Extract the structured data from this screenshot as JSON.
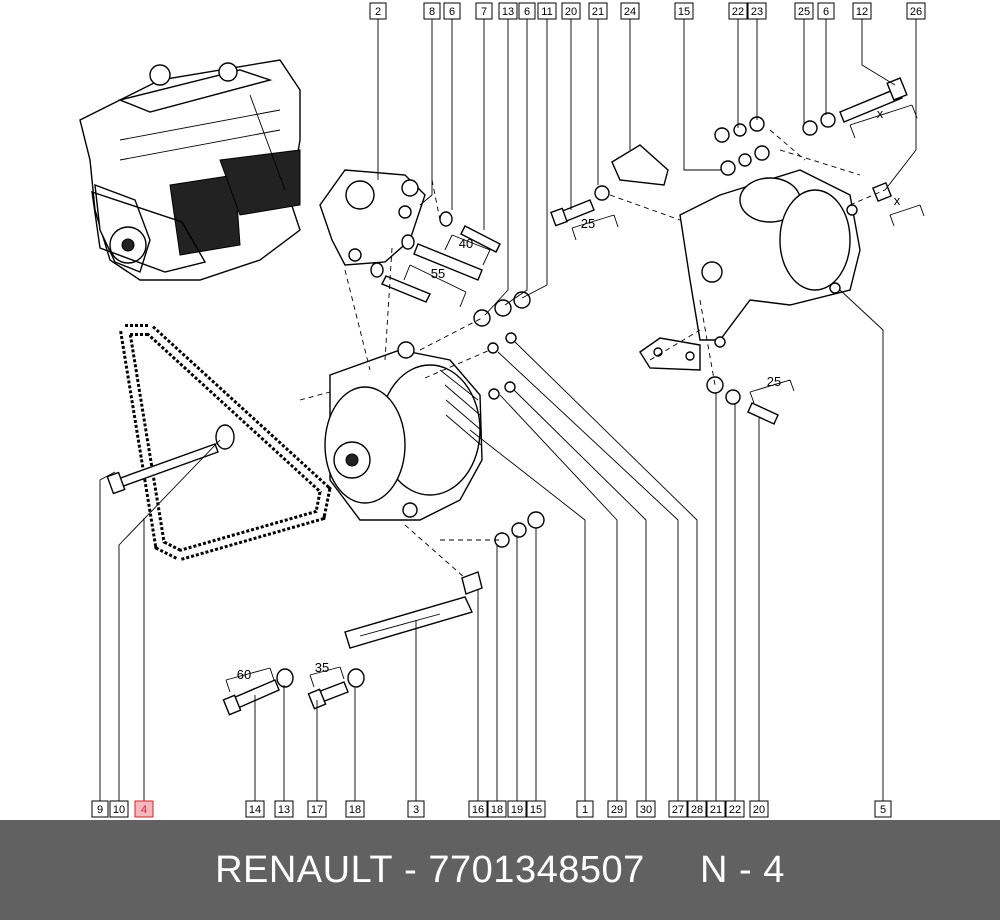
{
  "callouts_top": [
    "2",
    "8",
    "6",
    "7",
    "13",
    "6",
    "11",
    "20",
    "21",
    "24",
    "15",
    "22",
    "23",
    "25",
    "6",
    "12",
    "26"
  ],
  "callouts_bottom": [
    "9",
    "10",
    "4",
    "14",
    "13",
    "17",
    "18",
    "3",
    "16",
    "18",
    "19",
    "15",
    "1",
    "29",
    "30",
    "27",
    "28",
    "21",
    "22",
    "20",
    "5"
  ],
  "highlighted_callout": "4",
  "dimensions": {
    "d40": "40",
    "d55": "55",
    "d25a": "25",
    "dxa": "x",
    "dxb": "x",
    "d25b": "25",
    "d60": "60",
    "d35": "35"
  },
  "footer": {
    "brand": "RENAULT",
    "separator1": " - ",
    "part_number": "7701348507",
    "gap": "     ",
    "ref": "N - 4"
  }
}
